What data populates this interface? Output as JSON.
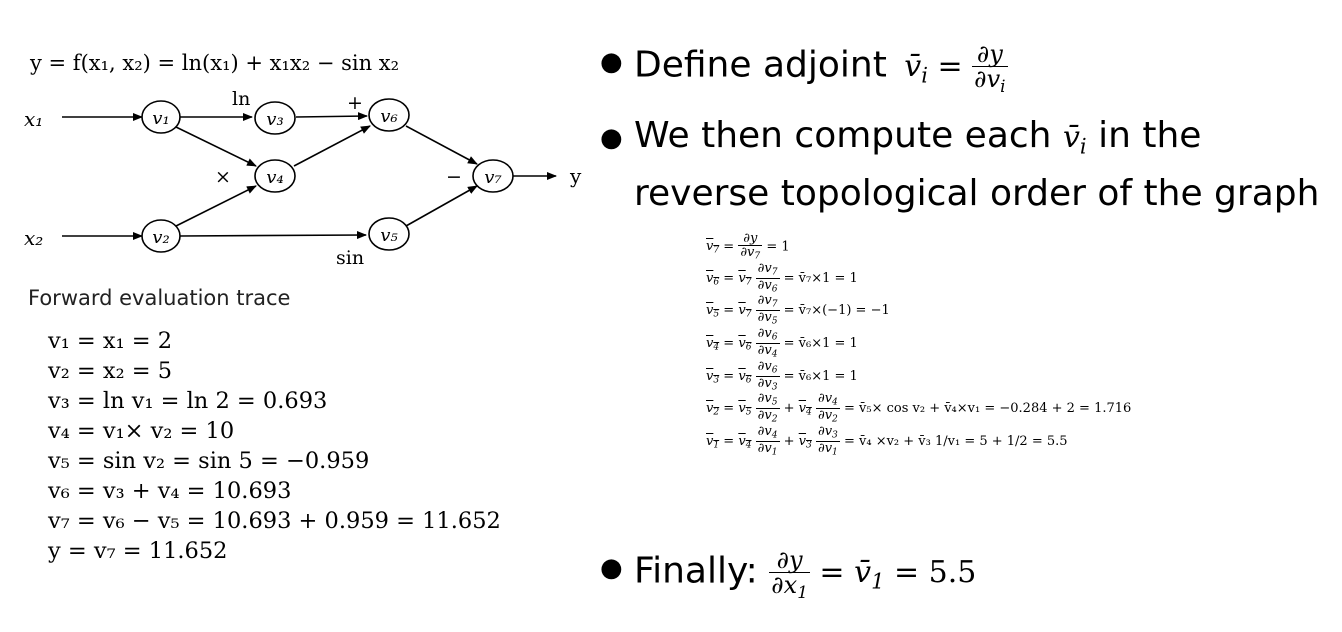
{
  "graph": {
    "title": "y = f(x₁, x₂) = ln(x₁) + x₁x₂ − sin x₂",
    "inputs": [
      "x₁",
      "x₂"
    ],
    "output": "y",
    "nodes": [
      "v₁",
      "v₂",
      "v₃",
      "v₄",
      "v₅",
      "v₆",
      "v₇"
    ],
    "op_labels": {
      "ln": "ln",
      "times": "×",
      "plus": "+",
      "minus": "−",
      "sin": "sin"
    }
  },
  "trace": {
    "title": "Forward evaluation trace",
    "lines": [
      "v₁ = x₁ = 2",
      "v₂ = x₂ = 5",
      "v₃ = ln v₁ = ln 2 = 0.693",
      "v₄ = v₁× v₂ = 10",
      "v₅ = sin v₂ = sin 5 = −0.959",
      "v₆ = v₃ + v₄ = 10.693",
      "v₇ = v₆ − v₅ = 10.693 + 0.959 = 11.652",
      "y = v₇ = 11.652"
    ]
  },
  "bullets": {
    "b1_text": "Define adjoint",
    "b1_math": "v̄ᵢ = ∂y / ∂vᵢ",
    "b2_line1_a": "We then compute each",
    "b2_line1_b": "in the",
    "b2_line2": "reverse topological order of the graph",
    "b3_text": "Finally:",
    "b3_math": "∂y / ∂x₁ = v̄₁ = 5.5"
  },
  "adjoint_equations": {
    "e7": "= 1",
    "e6": "= v̄₇×1 = 1",
    "e5": "= v̄₇×(−1) = −1",
    "e4": "= v̄₆×1 = 1",
    "e3": "= v̄₆×1 = 1",
    "e2": "= v̄₅× cos v₂ + v̄₄×v₁ = −0.284 + 2 = 1.716",
    "e1": "= v̄₄ ×v₂ + v̄₃ 1/v₁ = 5 + 1/2 = 5.5"
  }
}
